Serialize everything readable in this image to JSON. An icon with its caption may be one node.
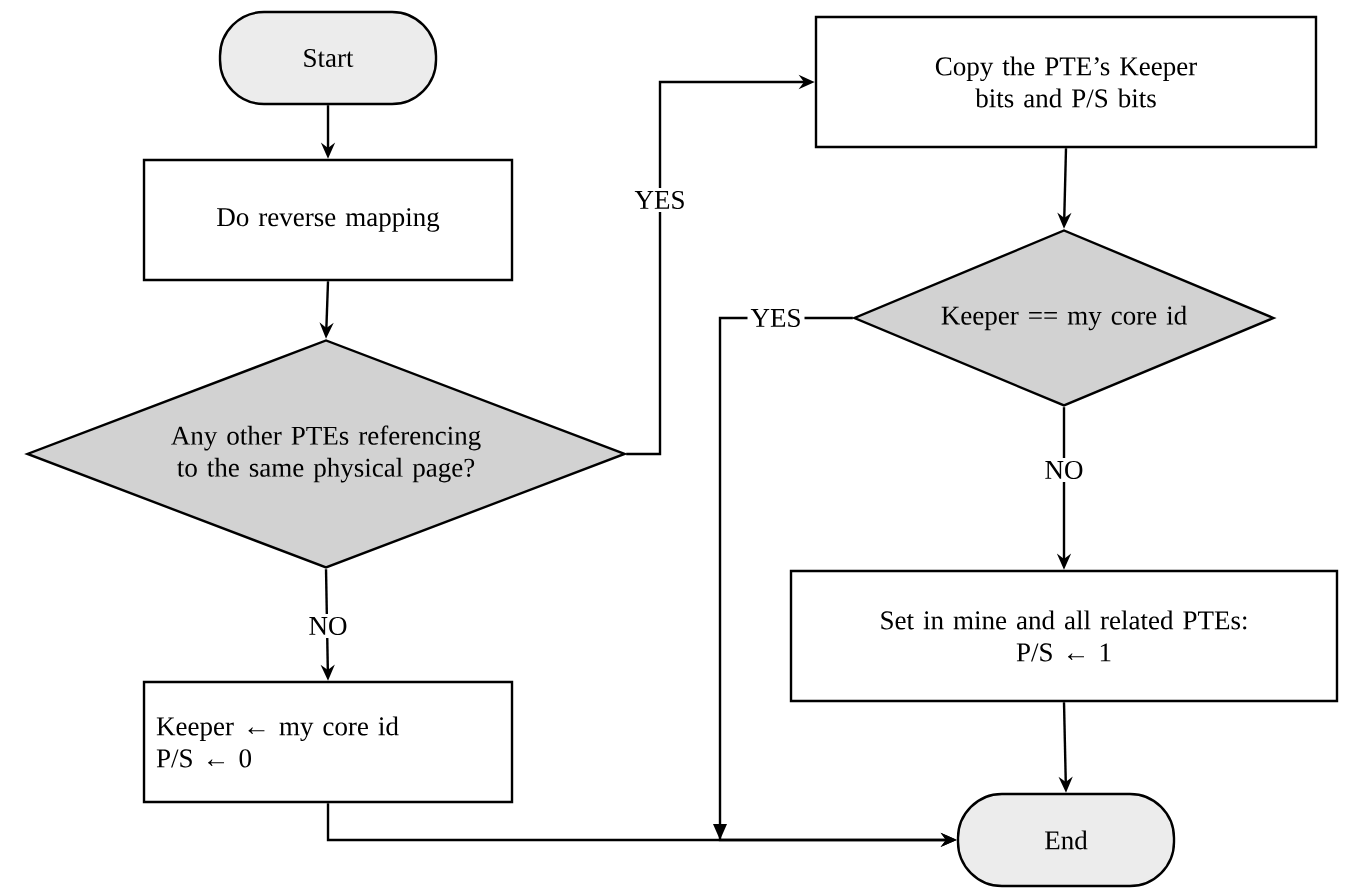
{
  "diagram": {
    "nodes": [
      {
        "text": [
          "Start"
        ]
      },
      {
        "text": [
          "Do reverse mapping"
        ]
      },
      {
        "text": [
          "Any other PTEs referencing to the same physical page?"
        ]
      },
      {
        "text": [
          "Keeper ← my core id",
          "P/S ← 0"
        ]
      },
      {
        "text": [
          "Copy the PTE’s Keeper bits and P/S bits"
        ]
      },
      {
        "text": [
          "Keeper == my core id"
        ]
      },
      {
        "text": [
          "Set in mine and all related PTEs:",
          "P/S ← 1"
        ]
      },
      {
        "text": [
          "End"
        ]
      }
    ],
    "edges": [
      {
        "from": 0,
        "to": 1,
        "arrow": "to"
      },
      {
        "from": 1,
        "to": 2,
        "arrow": "to"
      },
      {
        "from": 2,
        "to": 3,
        "arrow": "to",
        "label": "NO"
      },
      {
        "from": 2,
        "to": 4,
        "arrow": "to",
        "label": "YES"
      },
      {
        "from": 4,
        "to": 5,
        "arrow": "to"
      },
      {
        "from": 5,
        "to": 7,
        "arrow": "to",
        "label": "YES"
      },
      {
        "from": 5,
        "to": 6,
        "arrow": "to",
        "label": "NO"
      },
      {
        "from": 6,
        "to": 7,
        "arrow": "to"
      },
      {
        "from": 3,
        "to": 7,
        "arrow": "to"
      }
    ]
  }
}
